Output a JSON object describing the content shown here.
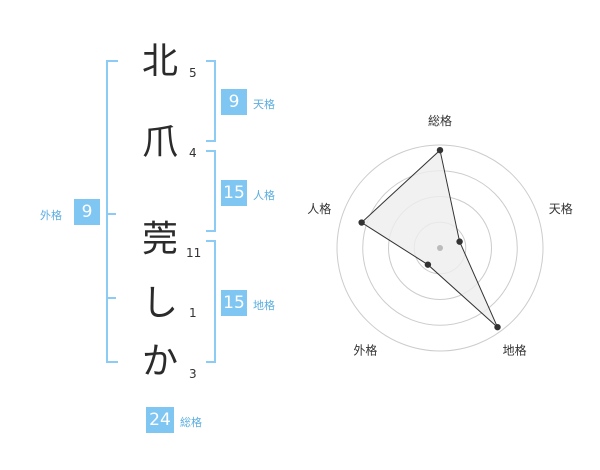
{
  "name": {
    "chars": [
      {
        "char": "北",
        "strokes": "5"
      },
      {
        "char": "爪",
        "strokes": "4"
      },
      {
        "char": "莞",
        "strokes": "11"
      },
      {
        "char": "し",
        "strokes": "1"
      },
      {
        "char": "か",
        "strokes": "3"
      }
    ]
  },
  "fortune": {
    "tenkaku": {
      "value": "9",
      "label": "天格"
    },
    "jinkaku": {
      "value": "15",
      "label": "人格"
    },
    "chikaku": {
      "value": "15",
      "label": "地格"
    },
    "gaikaku": {
      "value": "9",
      "label": "外格"
    },
    "soukaku": {
      "value": "24",
      "label": "総格"
    }
  },
  "chart_data": {
    "type": "radar",
    "axes": [
      "総格",
      "天格",
      "地格",
      "外格",
      "人格"
    ],
    "values": [
      0.95,
      0.2,
      0.95,
      0.2,
      0.8
    ],
    "range": [
      0,
      1
    ],
    "rings": 4,
    "colors": {
      "fill": "#eeeeee",
      "line": "#333333",
      "ring": "#cccccc"
    }
  }
}
